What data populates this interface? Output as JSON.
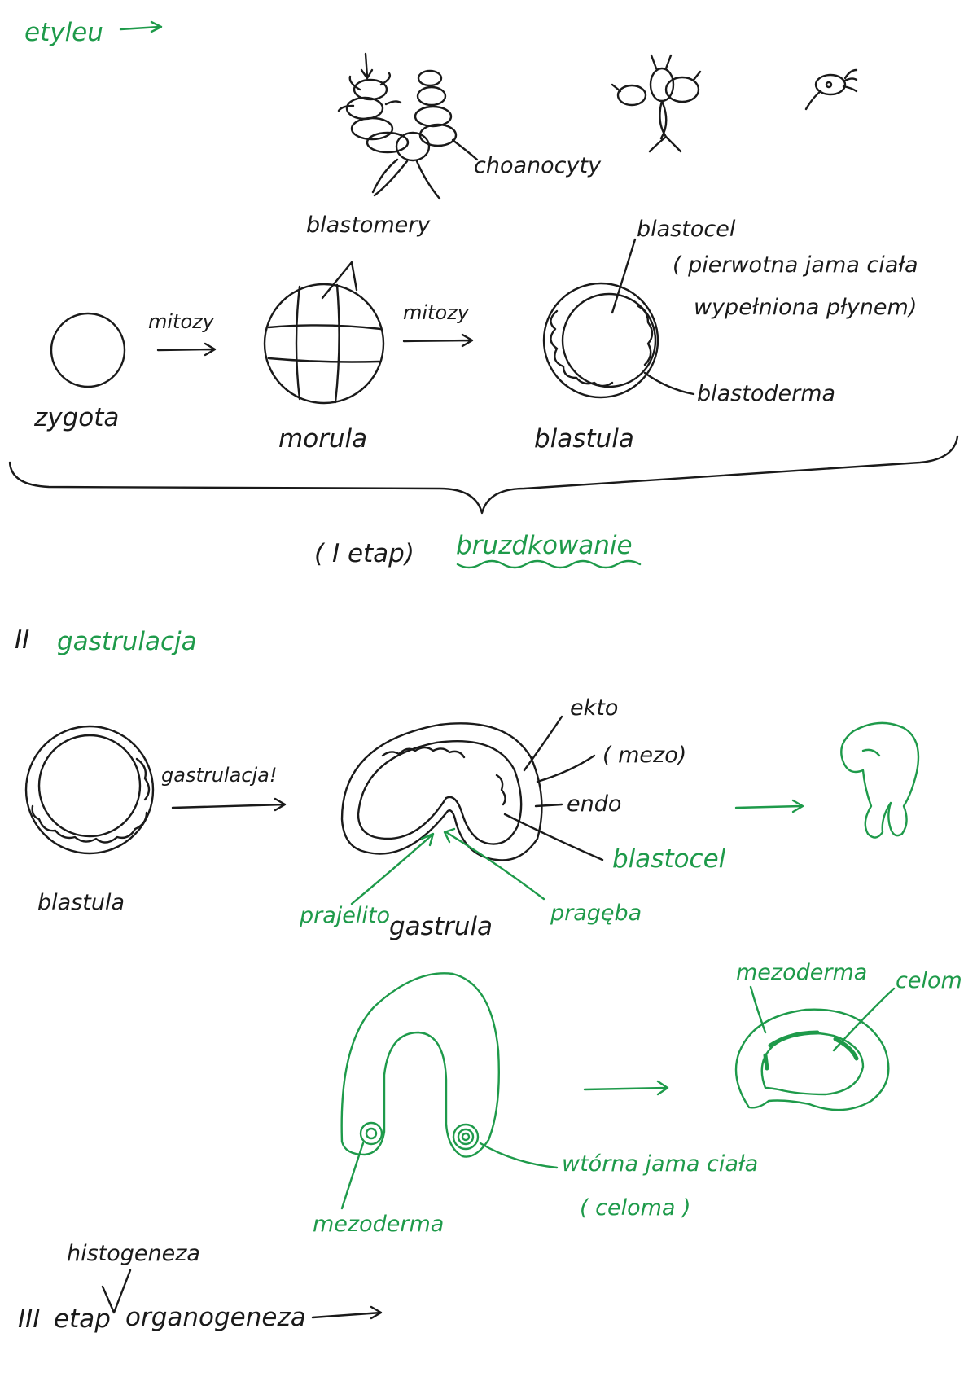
{
  "colors": {
    "ink": "#1a1a1a",
    "green": "#1e9a4a",
    "background": "#ffffff"
  },
  "header": {
    "title": "etyleu"
  },
  "stage1": {
    "choanocytes": "choanocyty",
    "blastomeres": "blastomery",
    "mitosis_1": "mitozy",
    "mitosis_2": "mitozy",
    "zygote": "zygota",
    "morula": "morula",
    "blastocoel": "blastocel",
    "blastocoel_note_1": "( pierwotna jama ciała",
    "blastocoel_note_2": "wypełniona płynem)",
    "blastoderm": "blastoderma",
    "blastula": "blastula",
    "stage_label": "( I etap)",
    "stage_name": "bruzdkowanie"
  },
  "stage2": {
    "numeral": "II",
    "title": "gastrulacja",
    "blastula": "blastula",
    "gastrulation_arrow": "gastrulacja!",
    "ecto": "ekto",
    "mezo": "( mezo)",
    "endo": "endo",
    "blastocoel": "blastocel",
    "archenteron": "prajelito",
    "gastrula": "gastrula",
    "blastopore": "pragęba",
    "mesoderm_top": "mezoderma",
    "coelom_top": "celom",
    "mesoderm_bottom": "mezoderma",
    "secondary_cavity": "wtórna jama ciała",
    "coelom_paren": "( celoma )"
  },
  "stage3": {
    "histogenesis": "histogeneza",
    "numeral": "III",
    "etap": "etap",
    "organogenesis": "organogeneza"
  }
}
